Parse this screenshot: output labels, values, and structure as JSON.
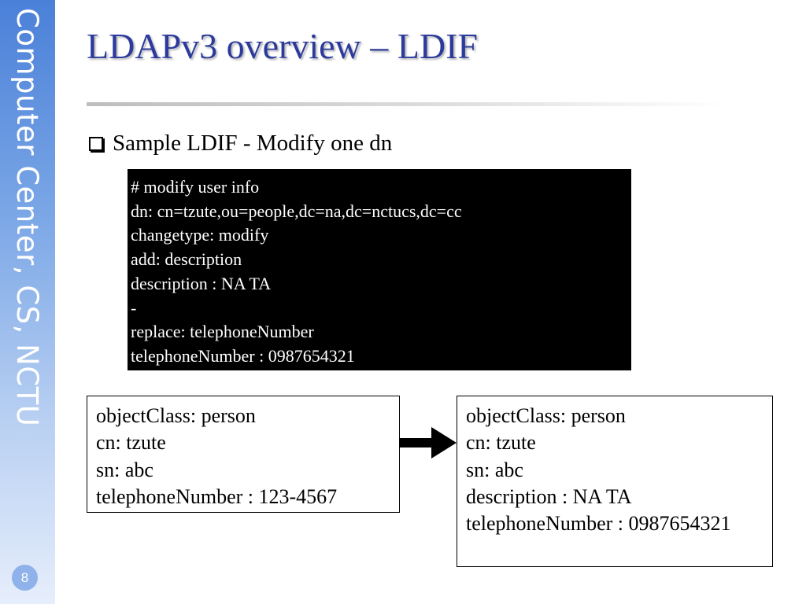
{
  "sidebar": {
    "text": "Computer Center, CS, NCTU",
    "page_number": "8"
  },
  "slide": {
    "title": "LDAPv3 overview – LDIF",
    "bullet": "Sample LDIF - Modify one dn",
    "code_lines": [
      "# modify user info",
      "dn: cn=tzute,ou=people,dc=na,dc=nctucs,dc=cc",
      "changetype: modify",
      "add: description",
      "description : NA TA",
      "-",
      "replace: telephoneNumber",
      "telephoneNumber : 0987654321"
    ],
    "before_entry": [
      "objectClass: person",
      "cn: tzute",
      "sn: abc",
      "telephoneNumber : 123-4567"
    ],
    "after_entry": [
      "objectClass: person",
      "cn: tzute",
      "sn: abc",
      "description : NA TA",
      "telephoneNumber : 0987654321"
    ]
  },
  "icons": {
    "arrow": "right-arrow-icon",
    "bullet": "checkbox-bullet-icon"
  },
  "colors": {
    "title": "#2b3a9c",
    "sidebar": "#4a80d8",
    "code_bg": "#000000",
    "code_text": "#ffffff"
  }
}
